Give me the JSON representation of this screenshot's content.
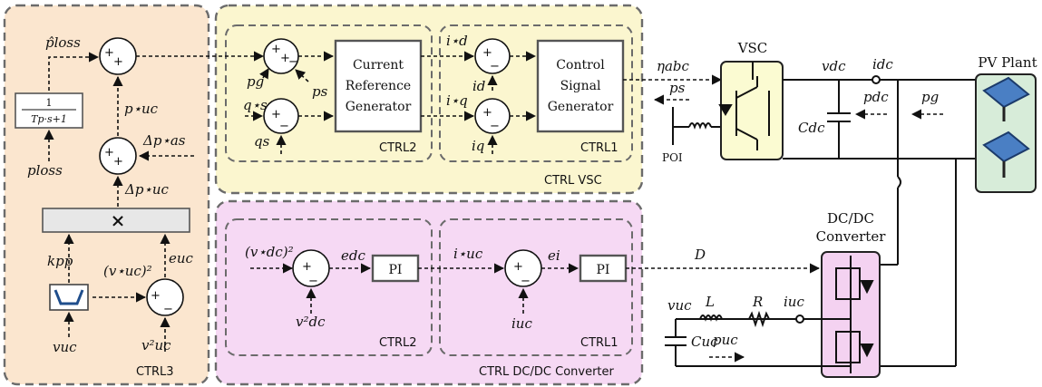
{
  "regions": {
    "ctrl3": "CTRL3",
    "ctrl_vsc": "CTRL VSC",
    "ctrl_dcdc": "CTRL DC/DC Converter",
    "vsc_ctrl2": "CTRL2",
    "vsc_ctrl1": "CTRL1",
    "dc_ctrl2": "CTRL2",
    "dc_ctrl1": "CTRL1"
  },
  "blocks": {
    "lowpass_num": "1",
    "lowpass_den": "Tp·s+1",
    "multiplier": "×",
    "current_ref_l1": "Current",
    "current_ref_l2": "Reference",
    "current_ref_l3": "Generator",
    "control_sig_l1": "Control",
    "control_sig_l2": "Signal",
    "control_sig_l3": "Generator",
    "pi_dc": "PI",
    "pi_uc": "PI"
  },
  "signals": {
    "p_loss_hat": "p̂loss",
    "p_loss": "ploss",
    "p_uc_star": "p⋆uc",
    "delta_p_as": "Δp⋆as",
    "delta_p_uc": "Δp⋆uc",
    "kp": "kpp",
    "e_uc": "euc",
    "v_uc_star_sq": "(v⋆uc)²",
    "v_uc": "vuc",
    "v_uc_sq": "v²uc",
    "p_g": "pg",
    "p_s": "ps",
    "q_s_star": "q⋆s",
    "q_s": "qs",
    "i_d_star": "i⋆d",
    "i_d": "id",
    "i_q_star": "i⋆q",
    "i_q": "iq",
    "eta_abc": "ηabc",
    "v_dc_star_sq": "(v⋆dc)²",
    "e_dc": "edc",
    "v_dc_sq": "v²dc",
    "i_uc_star": "i⋆uc",
    "e_i": "ei",
    "i_uc": "iuc",
    "duty": "D"
  },
  "plant": {
    "vsc": "VSC",
    "pv_plant": "PV Plant",
    "dcdc_l1": "DC/DC",
    "dcdc_l2": "Converter",
    "poi": "POI",
    "p_s": "ps",
    "v_dc": "vdc",
    "i_dc": "idc",
    "p_dc": "pdc",
    "p_g": "pg",
    "c_dc": "Cdc",
    "v_uc": "vuc",
    "l": "L",
    "r": "R",
    "i_uc": "iuc",
    "c_uc": "Cuc",
    "p_uc": "puc"
  },
  "colors": {
    "ctrl3_bg": "#fbe6cf",
    "ctrl_vsc_bg": "#fbf6cf",
    "ctrl_dcdc_bg": "#f6d9f4",
    "vsc_ctrl2_bg": "#d5eed9",
    "vsc_ctrl1_bg": "#d6efb8",
    "dc_ctrl2_bg": "#d4d9f6",
    "dc_ctrl1_bg": "#dcdcd6",
    "vsc_box": "#fbfbd2",
    "pv_box": "#d7ecd9",
    "dcdc_box": "#f4d2f1",
    "multiplier_bar": "#e7e7e7"
  }
}
